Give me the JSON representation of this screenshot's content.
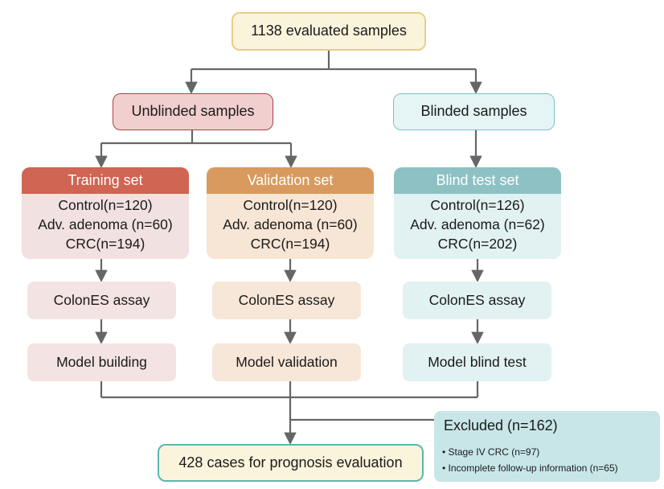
{
  "top": {
    "label": "1138 evaluated samples"
  },
  "groups": {
    "unblinded": "Unblinded samples",
    "blinded": "Blinded samples"
  },
  "sets": [
    {
      "title": "Training set",
      "lines": [
        "Control(n=120)",
        "Adv. adenoma (n=60)",
        "CRC(n=194)"
      ],
      "assay": "ColonES assay",
      "model": "Model building"
    },
    {
      "title": "Validation set",
      "lines": [
        "Control(n=120)",
        "Adv. adenoma (n=60)",
        "CRC(n=194)"
      ],
      "assay": "ColonES assay",
      "model": "Model validation"
    },
    {
      "title": "Blind test set",
      "lines": [
        "Control(n=126)",
        "Adv. adenoma (n=62)",
        "CRC(n=202)"
      ],
      "assay": "ColonES assay",
      "model": "Model blind test"
    }
  ],
  "excluded": {
    "title": "Excluded (n=162)",
    "items": [
      "Stage IV CRC (n=97)",
      "Incomplete follow-up information (n=65)"
    ]
  },
  "final": {
    "label": "428 cases for prognosis evaluation"
  },
  "colors": {
    "line": "#666666",
    "training": "#cf6552",
    "validation": "#d89a5e",
    "blind_test": "#8ec1c4",
    "final_border": "#5ab7ae"
  }
}
